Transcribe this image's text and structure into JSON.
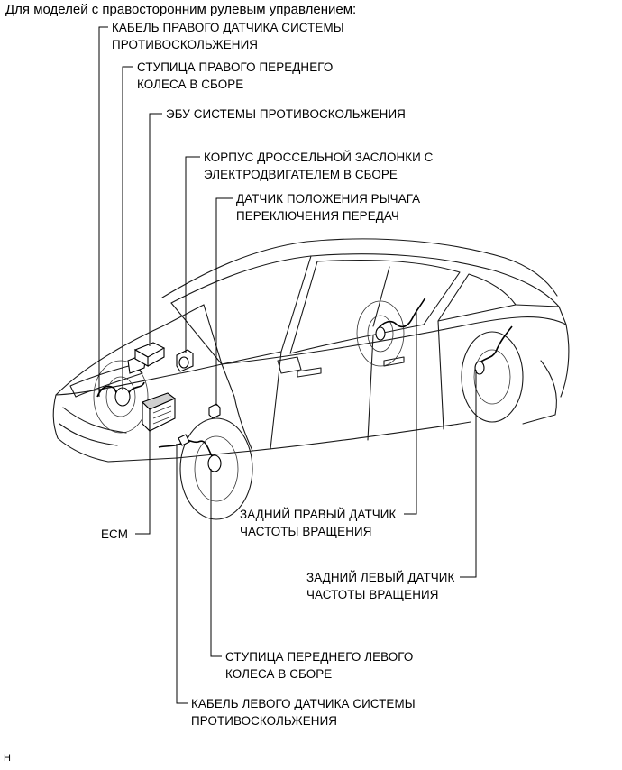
{
  "title": "Для моделей с правосторонним рулевым управлением:",
  "labels": {
    "right_sensor_cable": [
      "КАБЕЛЬ ПРАВОГО ДАТЧИКА СИСТЕМЫ",
      "ПРОТИВОСКОЛЬЖЕНИЯ"
    ],
    "front_right_hub": [
      "СТУПИЦА ПРАВОГО ПЕРЕДНЕГО",
      "КОЛЕСА В СБОРЕ"
    ],
    "skid_control_ecu": [
      "ЭБУ СИСТЕМЫ ПРОТИВОСКОЛЬЖЕНИЯ"
    ],
    "throttle_body": [
      "КОРПУС ДРОССЕЛЬНОЙ ЗАСЛОНКИ С",
      "ЭЛЕКТРОДВИГАТЕЛЕМ В СБОРЕ"
    ],
    "shift_lever_sensor": [
      "ДАТЧИК ПОЛОЖЕНИЯ РЫЧАГА",
      "ПЕРЕКЛЮЧЕНИЯ ПЕРЕДАЧ"
    ],
    "rear_right_speed_sensor": [
      "ЗАДНИЙ ПРАВЫЙ ДАТЧИК",
      "ЧАСТОТЫ ВРАЩЕНИЯ"
    ],
    "ecm": [
      "ECM"
    ],
    "rear_left_speed_sensor": [
      "ЗАДНИЙ ЛЕВЫЙ ДАТЧИК",
      "ЧАСТОТЫ ВРАЩЕНИЯ"
    ],
    "front_left_hub": [
      "СТУПИЦА ПЕРЕДНЕГО ЛЕВОГО",
      "КОЛЕСА В СБОРЕ"
    ],
    "left_sensor_cable": [
      "КАБЕЛЬ ЛЕВОГО ДАТЧИКА СИСТЕМЫ",
      "ПРОТИВОСКОЛЬЖЕНИЯ"
    ]
  },
  "footer": "H"
}
